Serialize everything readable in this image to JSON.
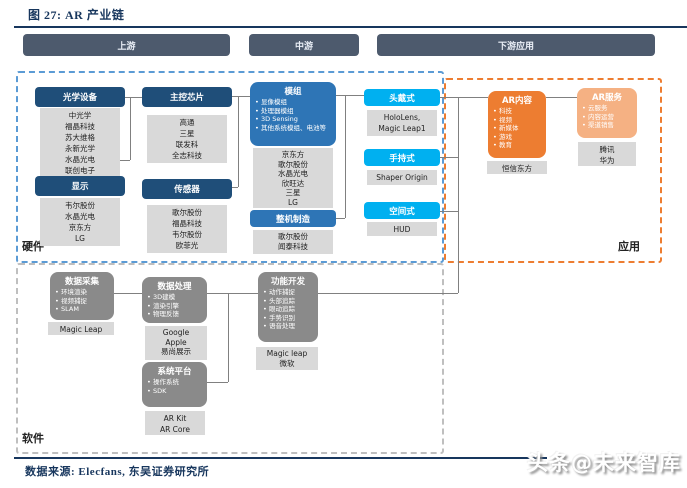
{
  "title": "图 27:  AR 产业链",
  "stages": {
    "upstream": "上游",
    "midstream": "中游",
    "downstream": "下游应用"
  },
  "section_labels": {
    "hardware": "硬件",
    "application": "应用",
    "software": "软件"
  },
  "hardware": {
    "optics": {
      "title": "光学设备",
      "companies": [
        "中光学",
        "福晶科技",
        "苏大维格",
        "永新光学",
        "水晶光电",
        "联创电子"
      ]
    },
    "chip": {
      "title": "主控芯片",
      "companies": [
        "高通",
        "三星",
        "联发科",
        "全志科技"
      ]
    },
    "display": {
      "title": "显示",
      "companies": [
        "韦尔股份",
        "水晶光电",
        "京东方",
        "LG"
      ]
    },
    "sensor": {
      "title": "传感器",
      "companies": [
        "歌尔股份",
        "福晶科技",
        "韦尔股份",
        "欧菲光"
      ]
    }
  },
  "midstream": {
    "module": {
      "title": "模组",
      "items": [
        "显像模组",
        "处理器模组",
        "3D Sensing",
        "其他系统模组、电池等"
      ],
      "companies": [
        "京东方",
        "歌尔股份",
        "水晶光电",
        "欣旺达",
        "三星",
        "LG"
      ]
    },
    "assembly": {
      "title": "整机制造",
      "companies": [
        "歌尔股份",
        "闻泰科技"
      ]
    },
    "head": {
      "title": "头戴式",
      "companies": [
        "HoloLens,",
        "Magic Leap1"
      ]
    },
    "hand": {
      "title": "手持式",
      "companies": [
        "Shaper Origin"
      ]
    },
    "spatial": {
      "title": "空间式",
      "companies": [
        "HUD"
      ]
    }
  },
  "downstream": {
    "content": {
      "title": "AR内容",
      "items": [
        "科技",
        "视频",
        "新媒体",
        "游戏",
        "教育"
      ],
      "companies": [
        "恒信东方"
      ]
    },
    "service": {
      "title": "AR服务",
      "items": [
        "云服务",
        "内容运营",
        "渠道销售"
      ],
      "companies": [
        "腾讯",
        "华为"
      ]
    }
  },
  "software": {
    "collection": {
      "title": "数据采集",
      "items": [
        "环境渲染",
        "视频捕捉",
        "SLAM"
      ],
      "companies": [
        "Magic Leap"
      ]
    },
    "processing": {
      "title": "数据处理",
      "items": [
        "3D建模",
        "渲染引擎",
        "物理反馈"
      ],
      "companies": [
        "Google",
        "Apple",
        "易尚展示"
      ]
    },
    "development": {
      "title": "功能开发",
      "items": [
        "动作捕捉",
        "头部追踪",
        "眼动追踪",
        "手势识别",
        "语音处理"
      ],
      "companies": [
        "Magic leap",
        "微软"
      ]
    },
    "platform": {
      "title": "系统平台",
      "items": [
        "操作系统",
        "SDK"
      ],
      "companies": [
        "AR Kit",
        "AR Core"
      ]
    }
  },
  "footer": {
    "source": "数据来源: Elecfans,  东吴证券研究所"
  },
  "watermark": "头条@未来智库",
  "colors": {
    "title_navy": "#17365d",
    "stage_bar": "#4d5a6d",
    "node_navy": "#1f4e79",
    "node_blue": "#2e75b6",
    "node_cyan": "#00b0f0",
    "node_orange": "#ed7d31",
    "node_light_orange": "#f5b183",
    "node_gray": "#8a8a8a",
    "list_gray": "#d9d9d9",
    "dash_blue": "#5b9bd5",
    "dash_orange": "#ed7d31",
    "dash_gray": "#bfbfbf",
    "connector": "#808080"
  }
}
